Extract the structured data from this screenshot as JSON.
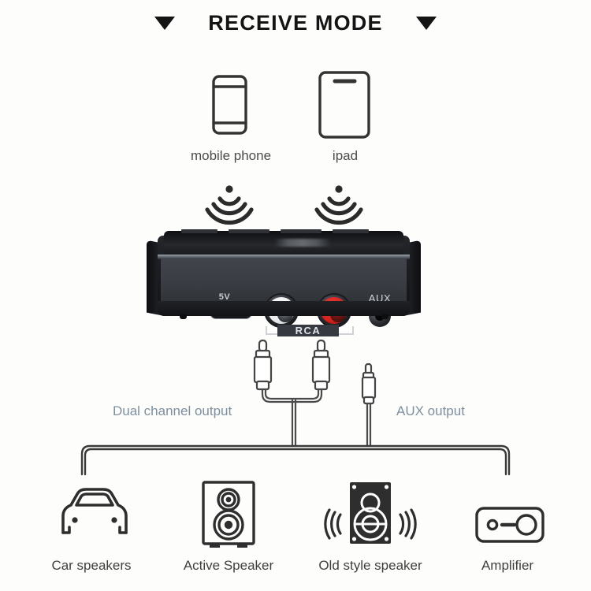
{
  "header": {
    "title": "RECEIVE MODE",
    "left_marker": "triangle-down",
    "right_marker": "triangle-down"
  },
  "sources": [
    {
      "id": "mobile-phone",
      "label": "mobile phone",
      "icon": "smartphone-icon"
    },
    {
      "id": "ipad",
      "label": "ipad",
      "icon": "tablet-icon"
    }
  ],
  "signals": [
    {
      "id": "signal-left",
      "icon": "wireless-signal-icon"
    },
    {
      "id": "signal-right",
      "icon": "wireless-signal-icon"
    }
  ],
  "device": {
    "name": "bluetooth-audio-receiver",
    "power_label": "5V",
    "power_port": "usb-c-port",
    "rca_label": "RCA",
    "rca_jacks": [
      {
        "channel": "left",
        "color": "#ffffff",
        "name": "rca-jack-white"
      },
      {
        "channel": "right",
        "color": "#d1211c",
        "name": "rca-jack-red"
      }
    ],
    "aux_label": "AUX",
    "aux_port": "3.5mm-jack"
  },
  "cables": [
    {
      "id": "rca-cable",
      "name": "dual-rca-cable",
      "plugs": 2
    },
    {
      "id": "aux-cable",
      "name": "aux-3.5mm-cable",
      "plugs": 1
    }
  ],
  "outputs": [
    {
      "id": "dual-channel-output",
      "label": "Dual channel output",
      "color": "#7d8f9f"
    },
    {
      "id": "aux-output",
      "label": "AUX output",
      "color": "#7d8f9f"
    }
  ],
  "destinations": [
    {
      "id": "car-speakers",
      "label": "Car speakers",
      "icon": "car-icon"
    },
    {
      "id": "active-speaker",
      "label": "Active Speaker",
      "icon": "speaker-cabinet-icon"
    },
    {
      "id": "old-style-speaker",
      "label": "Old style speaker",
      "icon": "vintage-speaker-icon"
    },
    {
      "id": "amplifier",
      "label": "Amplifier",
      "icon": "amplifier-icon"
    }
  ],
  "colors": {
    "background": "#fdfdfc",
    "ink": "#2f2f2f",
    "title": "#141414",
    "label": "#4c4c4c",
    "accent_blue_gray": "#7d8f9f",
    "rca_red": "#d1211c",
    "rca_white": "#ffffff"
  }
}
